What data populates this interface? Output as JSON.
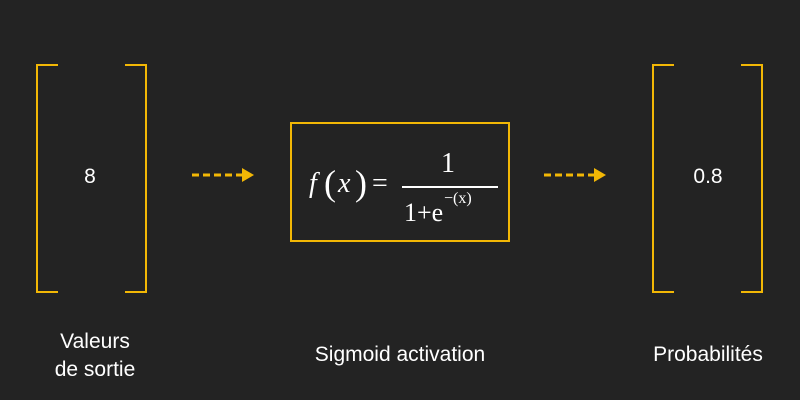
{
  "colors": {
    "background": "#232323",
    "accent": "#f2b705",
    "text": "#ffffff"
  },
  "input": {
    "value": "8",
    "caption_line1": "Valeurs",
    "caption_line2": "de sortie"
  },
  "activation": {
    "caption": "Sigmoid activation",
    "formula": {
      "func": "f",
      "open_paren": "(",
      "var": "x",
      "close_paren": ")",
      "equals": "=",
      "numerator": "1",
      "denominator_base": "1+e",
      "exponent": "−(x)"
    }
  },
  "output": {
    "value": "0.8",
    "caption": "Probabilités"
  }
}
